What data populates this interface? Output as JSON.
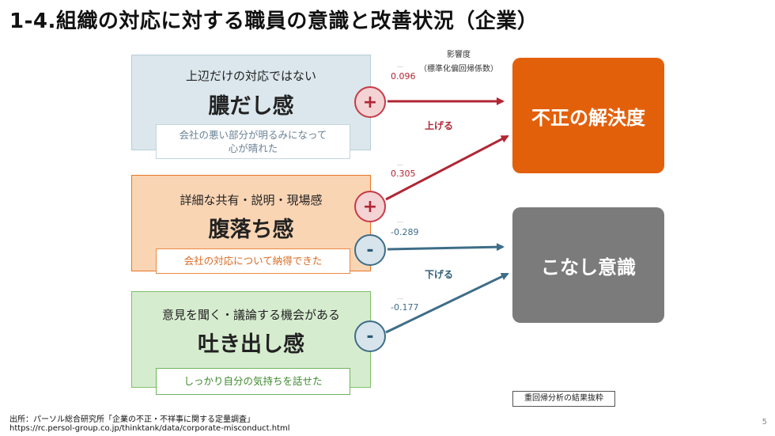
{
  "title": "1-4.組織の対応に対する職員の意識と改善状況（企業）",
  "legend": {
    "line1": "影響度",
    "line2": "（標準化偏回帰係数）"
  },
  "sources": [
    {
      "head": "上辺だけの対応ではない",
      "big": "膿だし感",
      "sub_line1": "会社の悪い部分が明るみになって",
      "sub_line2": "心が晴れた"
    },
    {
      "head": "詳細な共有・説明・現場感",
      "big": "腹落ち感",
      "sub_line1": "会社の対応について納得できた",
      "sub_line2": ""
    },
    {
      "head": "意見を聞く・議論する機会がある",
      "big": "吐き出し感",
      "sub_line1": "しっかり自分の気持ちを話せた",
      "sub_line2": ""
    }
  ],
  "targets": {
    "a": "不正の解決度",
    "b": "こなし意識"
  },
  "signs": {
    "plus": "+",
    "minus": "-"
  },
  "paths": [
    {
      "from": "膿だし感",
      "to": "不正の解決度",
      "coef": "0.096",
      "sign": "+"
    },
    {
      "from": "腹落ち感",
      "to": "不正の解決度",
      "coef": "0.305",
      "sign": "+"
    },
    {
      "from": "腹落ち感",
      "to": "こなし意識",
      "coef": "-0.289",
      "sign": "-"
    },
    {
      "from": "吐き出し感",
      "to": "こなし意識",
      "coef": "-0.177",
      "sign": "-"
    }
  ],
  "ellipsis": "…",
  "directions": {
    "up": "上げる",
    "down": "下げる"
  },
  "colors": {
    "orange": "#e3600b",
    "gray": "#7b7b7b",
    "positive": "#b02634",
    "negative": "#3e6d87"
  },
  "note": "重回帰分析の結果抜粋",
  "footer": {
    "line1": "出所：パーソル総合研究所「企業の不正・不祥事に関する定量調査」",
    "line2": "https://rc.persol-group.co.jp/thinktank/data/corporate-misconduct.html"
  },
  "page_number": "5"
}
